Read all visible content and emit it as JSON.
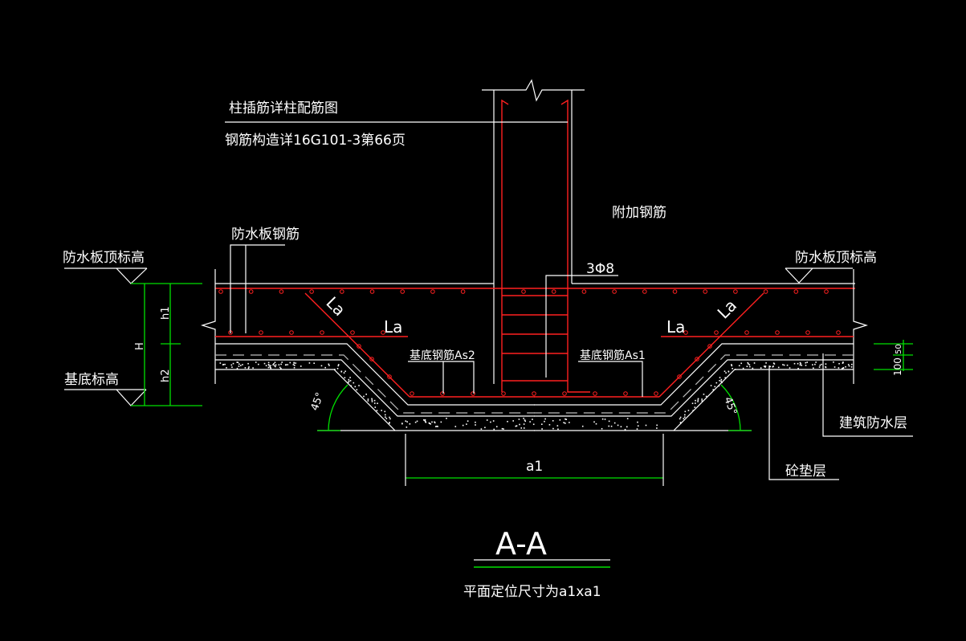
{
  "labels": {
    "column_note": "柱插筋详柱配筋图",
    "rebar_note": "钢筋构造详16G101-3第66页",
    "extra_rebar": "附加钢筋",
    "stirrup_spec": "3Φ8",
    "slab_rebar": "防水板钢筋",
    "slab_top_left": "防水板顶标高",
    "slab_top_right": "防水板顶标高",
    "base_elev": "基底标高",
    "base_rebar_as2": "基底钢筋As2",
    "base_rebar_as1": "基底钢筋As1",
    "la_left": "La",
    "la_right": "La",
    "la_diag_left": "La",
    "la_diag_right": "La",
    "angle_left": "45°",
    "angle_right": "45°",
    "waterproof_layer": "建筑防水层",
    "cushion_layer": "砼垫层",
    "dim_a1": "a1",
    "dim_H": "H",
    "dim_h1": "h1",
    "dim_h2": "h2",
    "dim_50": "50",
    "dim_100": "100",
    "section_title": "A-A",
    "plan_note": "平面定位尺寸为a1xa1"
  },
  "colors": {
    "rebar": "#ff2020",
    "dimension": "#00e000",
    "line": "#ffffff",
    "background": "#000000"
  }
}
